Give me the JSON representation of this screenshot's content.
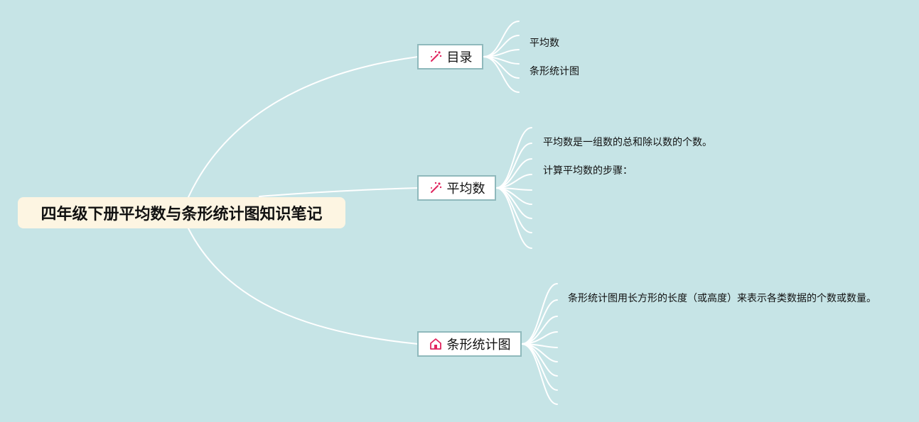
{
  "root": {
    "title": "四年级下册平均数与条形统计图知识笔记"
  },
  "topics": [
    {
      "label": "目录",
      "icon": "magic-wand-icon",
      "leaves": [
        "平均数",
        "条形统计图"
      ]
    },
    {
      "label": "平均数",
      "icon": "magic-wand-icon",
      "leaves": [
        "平均数是一组数的总和除以数的个数。",
        "计算平均数的步骤："
      ]
    },
    {
      "label": "条形统计图",
      "icon": "house-icon",
      "leaves": [
        "条形统计图用长方形的长度（或高度）来表示各类数据的个数或数量。"
      ]
    }
  ],
  "colors": {
    "background": "#c6e4e6",
    "root_fill": "#fdf5e2",
    "topic_border": "#8fb9bc",
    "connector": "#ffffff",
    "icon_accent": "#e0245e"
  }
}
